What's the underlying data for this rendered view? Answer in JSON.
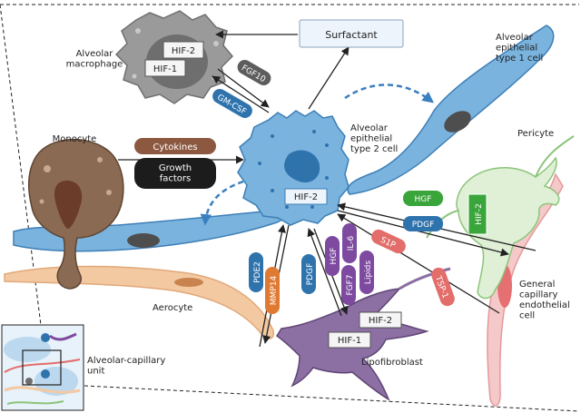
{
  "cells": {
    "macrophage": "Alveolar\nmacrophage",
    "at1": "Alveolar\nepithelial\ntype 1 cell",
    "at2": "Alveolar\nepithelial\ntype 2 cell",
    "monocyte": "Monocyte",
    "pericyte": "Pericyte",
    "aerocyte": "Aerocyte",
    "lipofibroblast": "Lipofibroblast",
    "gcap": "General\ncapillary\nendothelial\ncell",
    "unit": "Alveolar-capillary\nunit"
  },
  "boxes": {
    "surfactant": "Surfactant",
    "hif2_mac": "HIF-2",
    "hif1_mac": "HIF-1",
    "hif2_at2": "HIF-2",
    "hif2_peri": "HIF-2",
    "hif2_lipo": "HIF-2",
    "hif1_lipo": "HIF-1"
  },
  "factors": {
    "fgf10": "FGF10",
    "gmcsf": "GM-CSF",
    "cytokines": "Cytokines",
    "growth_factors": "Growth\nfactors",
    "hgf_peri": "HGF",
    "pdgf_peri": "PDGF",
    "s1p": "S1P",
    "tsp1": "TSP-1",
    "pde2": "PDE2",
    "mmp14": "MMP14",
    "pdgf_lipo": "PDGF",
    "hgf_lipo": "HGF",
    "il6": "IL-6",
    "fgf7": "FGF7",
    "lipids": "Lipids"
  },
  "colors": {
    "epithelial": "#7ab3dd",
    "macrophage": "#9a9a9a",
    "monocyte": "#8a6a52",
    "pericyte": "#dff0d6",
    "aerocyte": "#f3c9a2",
    "lipofibroblast": "#8c6fa3",
    "gcap": "#f5c9c9",
    "factor_blue": "#2f73ad",
    "factor_green": "#3aa53a",
    "factor_red": "#e26d6a",
    "factor_purple": "#7e4aa0",
    "factor_orange": "#e07a33",
    "factor_brown": "#8c5840",
    "factor_black": "#1c1c1c",
    "factor_gray": "#5d5d5d"
  }
}
